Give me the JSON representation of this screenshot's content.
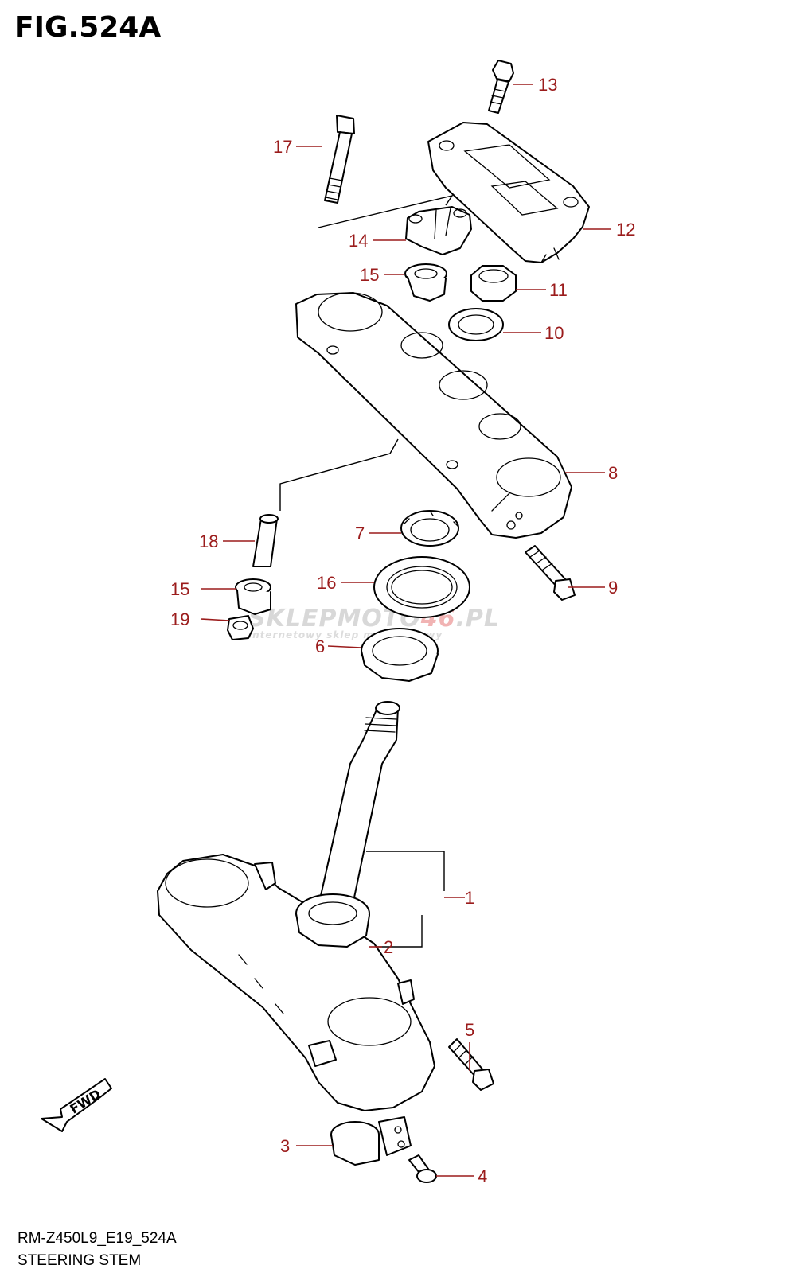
{
  "figure": {
    "title": "FIG.524A"
  },
  "callouts": [
    {
      "label": "13"
    },
    {
      "label": "17"
    },
    {
      "label": "12"
    },
    {
      "label": "14"
    },
    {
      "label": "15"
    },
    {
      "label": "11"
    },
    {
      "label": "10"
    },
    {
      "label": "8"
    },
    {
      "label": "18"
    },
    {
      "label": "7"
    },
    {
      "label": "9"
    },
    {
      "label": "16"
    },
    {
      "label": "15"
    },
    {
      "label": "19"
    },
    {
      "label": "6"
    },
    {
      "label": "1"
    },
    {
      "label": "2"
    },
    {
      "label": "5"
    },
    {
      "label": "3"
    },
    {
      "label": "4"
    }
  ],
  "fwd_label": "FWD",
  "watermark": {
    "main": "SKLEPMOTO",
    "accent": "46",
    "suffix": ".PL",
    "sub": "internetowy sklep motocyklowy"
  },
  "footer": {
    "code": "RM-Z450L9_E19_524A",
    "name": "STEERING STEM"
  },
  "colors": {
    "callout": "#9b1c1c",
    "line": "#000000",
    "watermark": "#d8d8d8"
  }
}
